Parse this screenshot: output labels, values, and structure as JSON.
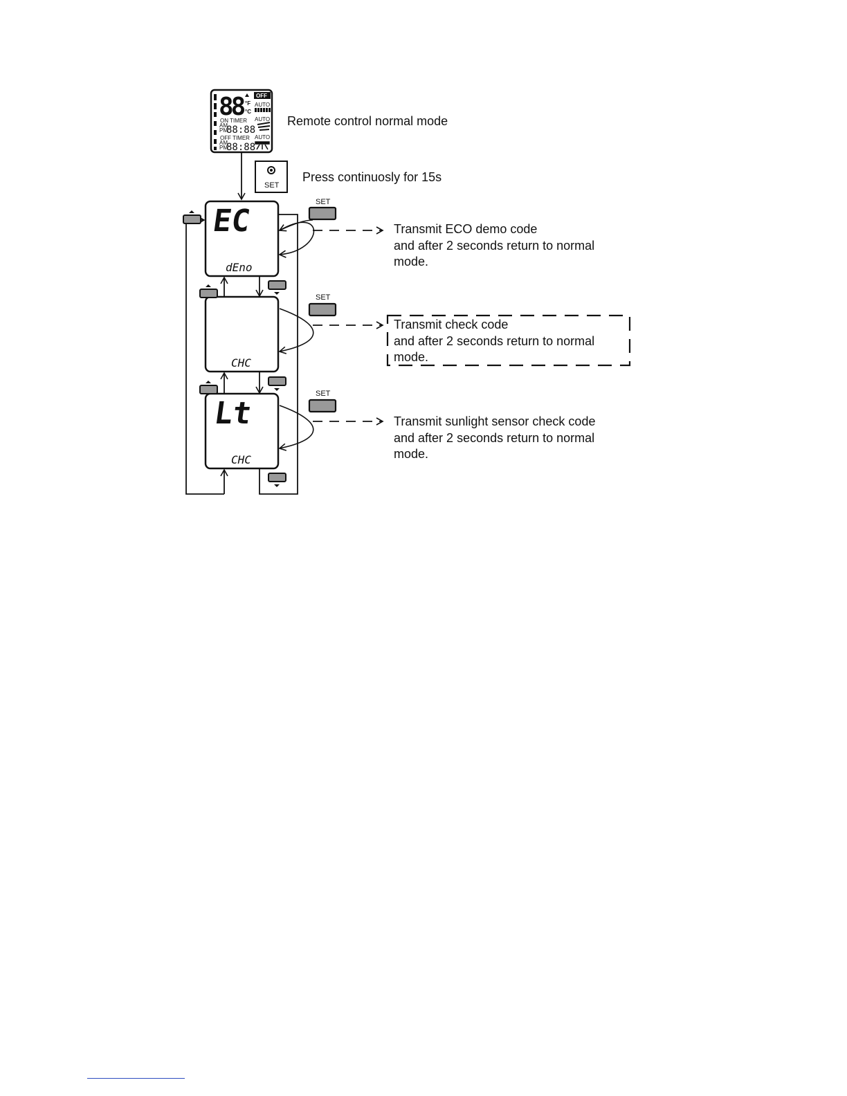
{
  "normal_display": {
    "digits": "88",
    "unit_f": "°F",
    "unit_c": "°C",
    "off_badge": "OFF",
    "auto_fan": "AUTO",
    "on_timer": "ON  TIMER",
    "off_timer": "OFF  TIMER",
    "am": "AM",
    "pm": "PM",
    "on_time": "88:88",
    "off_time": "88:88",
    "auto_swing": "AUTO",
    "auto_louver": "AUTO"
  },
  "set_button": {
    "label": "SET"
  },
  "labels": {
    "normal_mode": "Remote control normal mode",
    "press": "Press continuosly for 15s"
  },
  "screens": [
    {
      "main": "EC",
      "sub": "dEno",
      "set_label": "SET",
      "desc": [
        "Transmit ECO demo code",
        "and after 2 seconds return to normal",
        "mode."
      ]
    },
    {
      "main": "",
      "sub": "CHC",
      "set_label": "SET",
      "desc": [
        "Transmit check code",
        "and after 2 seconds return to normal",
        "mode."
      ]
    },
    {
      "main": "Lt",
      "sub": "CHC",
      "set_label": "SET",
      "desc": [
        "Transmit sunlight sensor check code",
        "and after 2 seconds return to normal",
        "mode."
      ]
    }
  ],
  "icons": {
    "up": "up-button-icon",
    "down": "down-button-icon",
    "set": "set-button-icon"
  }
}
